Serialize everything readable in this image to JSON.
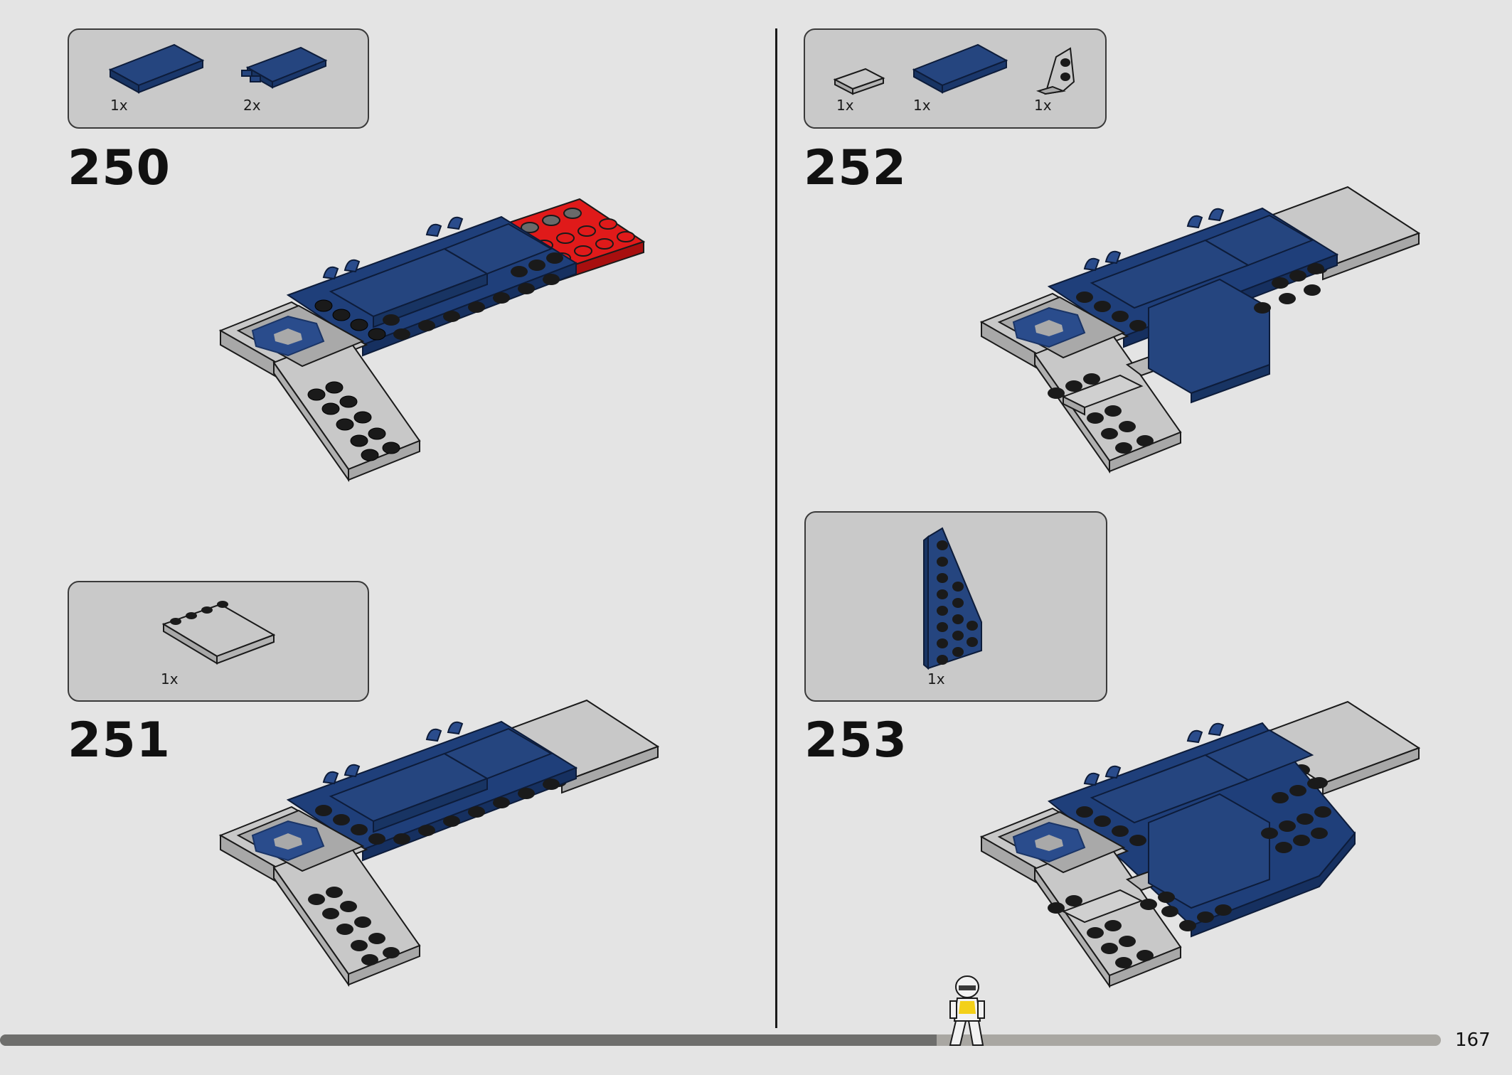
{
  "steps": [
    {
      "number": "250",
      "parts": [
        {
          "qty": "1x"
        },
        {
          "qty": "2x"
        }
      ]
    },
    {
      "number": "251",
      "parts": [
        {
          "qty": "1x"
        }
      ]
    },
    {
      "number": "252",
      "parts": [
        {
          "qty": "1x"
        },
        {
          "qty": "1x"
        },
        {
          "qty": "1x"
        }
      ]
    },
    {
      "number": "253",
      "parts": [
        {
          "qty": "1x"
        }
      ]
    }
  ],
  "page_number": "167",
  "progress": {
    "fraction": 0.65
  },
  "colors": {
    "background": "#e4e4e4",
    "dark_blue": "#1f3f7a",
    "light_gray": "#c8c8c8",
    "red": "#e01a1a",
    "black": "#1a1a1a"
  }
}
